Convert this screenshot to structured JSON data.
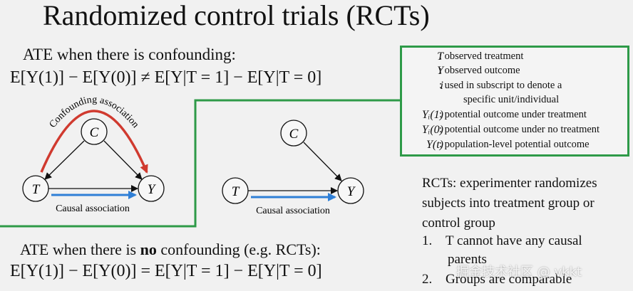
{
  "title": "Randomized control trials (RCTs)",
  "confounding_heading": "ATE when there is confounding:",
  "no_confounding_heading": {
    "pre": "ATE when there is ",
    "bold": "no",
    "post": " confounding (e.g. RCTs):"
  },
  "equation_confounding": {
    "lhs": "E[Y(1)] − E[Y(0)]",
    "relation": "≠",
    "rhs": "E[Y|T = 1] − E[Y|T = 0]"
  },
  "equation_no_confounding": {
    "lhs": "E[Y(1)] − E[Y(0)]",
    "relation": "=",
    "rhs": "E[Y|T = 1] − E[Y|T = 0]"
  },
  "diagram_left": {
    "nodes": {
      "C": "C",
      "T": "T",
      "Y": "Y"
    },
    "confounding_label": "Confounding association",
    "causal_label": "Causal association"
  },
  "diagram_right": {
    "nodes": {
      "C": "C",
      "T": "T",
      "Y": "Y"
    },
    "causal_label": "Causal association"
  },
  "legend": [
    {
      "symbol": "T",
      "description": ": observed treatment"
    },
    {
      "symbol": "Y",
      "description": ": observed outcome"
    },
    {
      "symbol": "i",
      "description": ": used in subscript to denote a",
      "continuation": "specific unit/individual"
    },
    {
      "symbol": "Yᵢ(1)",
      "description": ": potential outcome under treatment"
    },
    {
      "symbol": "Yᵢ(0)",
      "description": ": potential outcome under no treatment"
    },
    {
      "symbol": "Y(t)",
      "description": ": population-level potential outcome"
    }
  ],
  "rct_text": "RCTs: experimenter randomizes subjects into treatment group or control group",
  "rct_points": [
    {
      "num": "1.",
      "text": "T cannot have any causal",
      "cont": "parents"
    },
    {
      "num": "2.",
      "text": "Groups are comparable"
    }
  ],
  "watermark": "掘金技术社区 @ vkkt",
  "colors": {
    "accent_green": "#2e9a48",
    "confounding_red": "#d03a2f",
    "causal_blue": "#2f7fd6"
  }
}
